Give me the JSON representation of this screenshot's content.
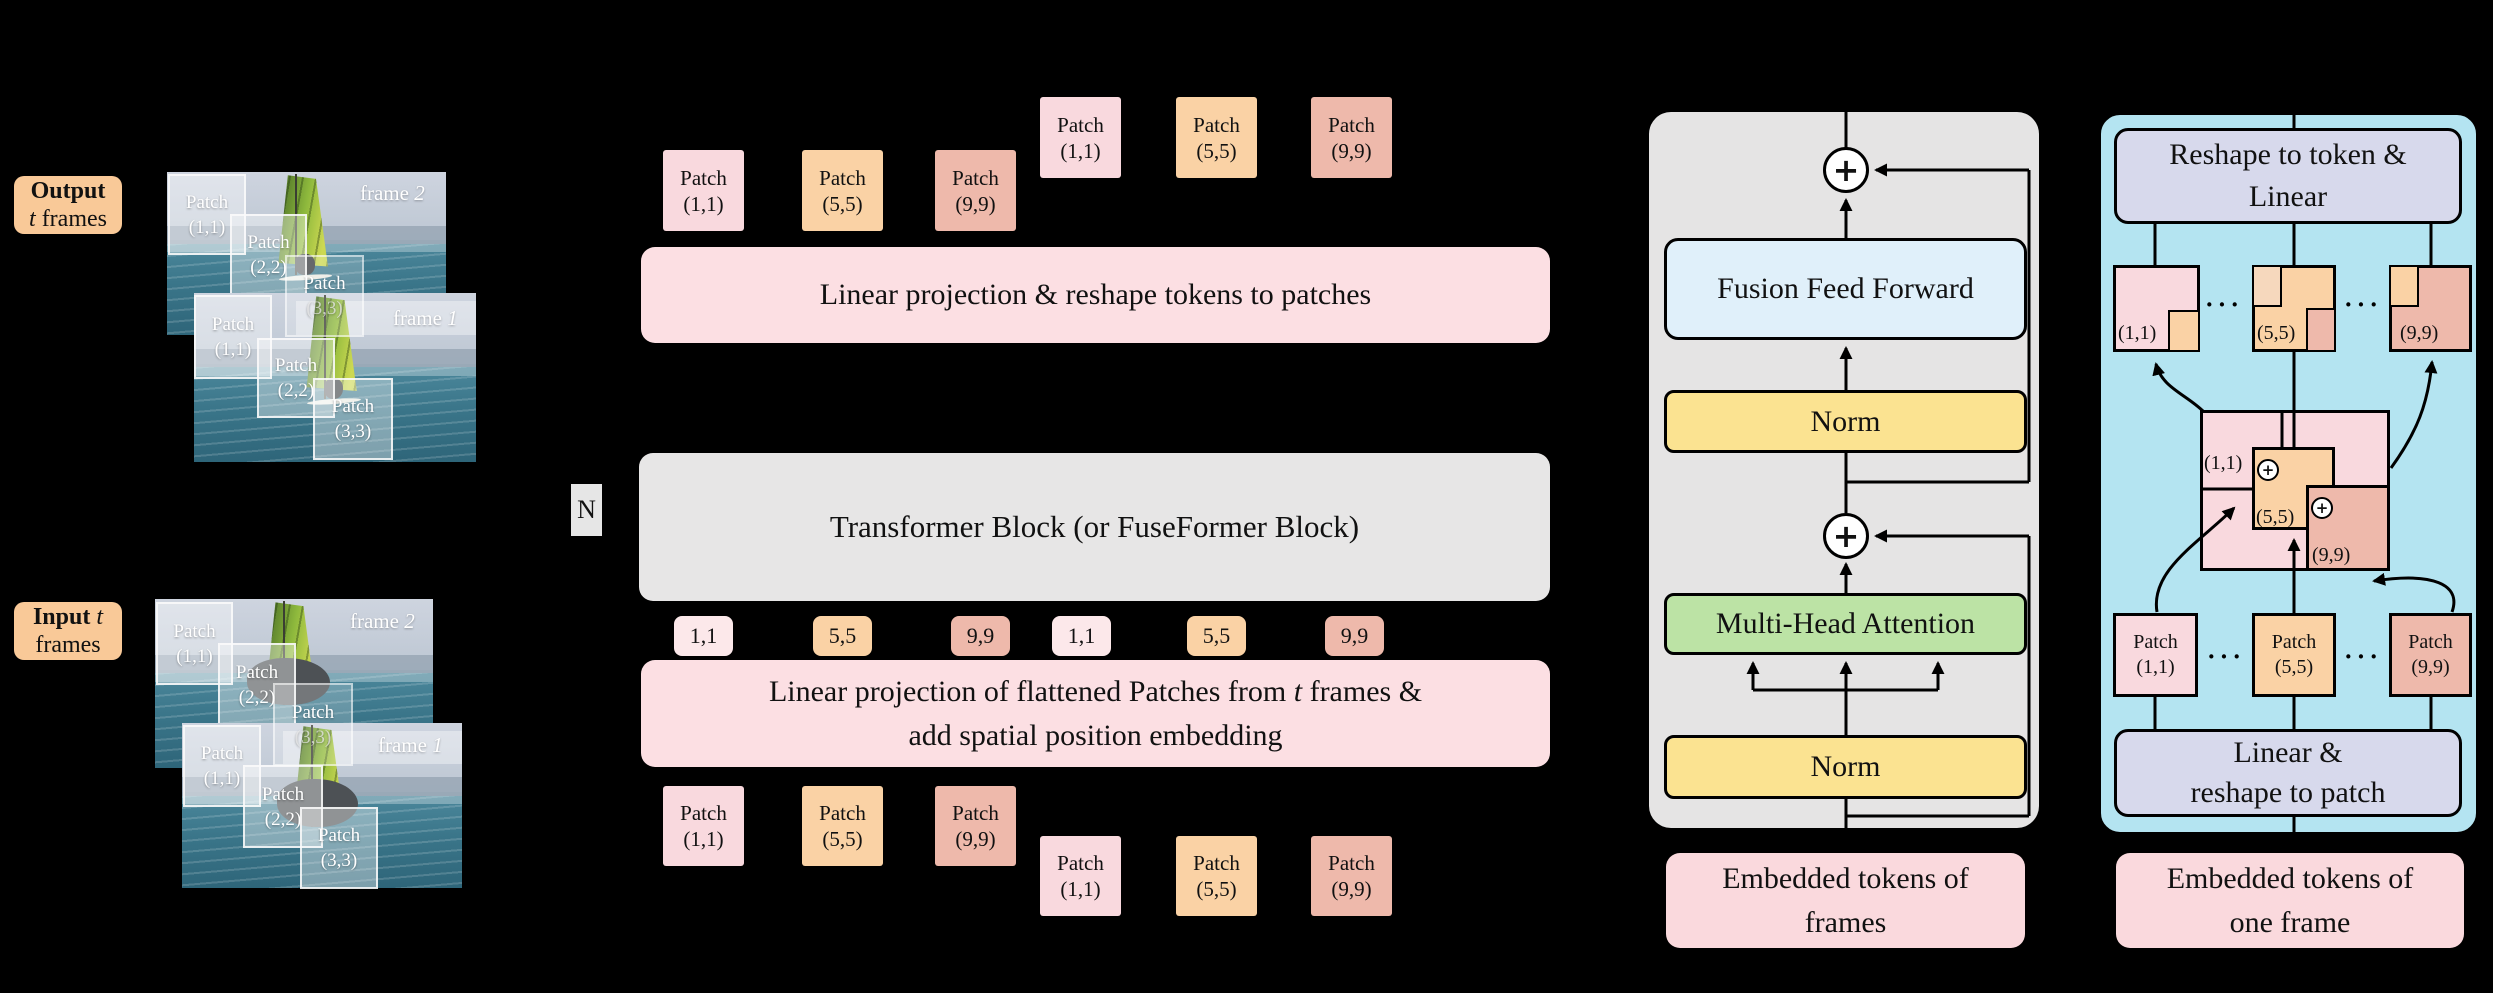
{
  "colors": {
    "background": "#000000",
    "patch_pink": "#f9d9de",
    "patch_orange": "#fad2a5",
    "patch_salmon": "#eeb9ab",
    "box_pink": "#fcdfe3",
    "box_gray": "#e7e6e6",
    "caption_pink": "#fad9dd",
    "io_label_peach": "#f9c998",
    "norm_yellow": "#fbe391",
    "mha_green": "#bce3a5",
    "fff_blue": "#e0f0fa",
    "lavender": "#d7d9ec",
    "panel_blue": "#b4e4f1",
    "sea_teal": "#3a7589",
    "sky_gray": "#c8cfdb",
    "sail_green": "#8db83c"
  },
  "output_label": {
    "line1": "Output",
    "line2_italic": "t",
    "line2_rest": " frames"
  },
  "input_label": {
    "line1_bold": "Input",
    "line1_italic": " t",
    "line2": "frames"
  },
  "frames": {
    "frame2": {
      "word": "frame",
      "num": "2"
    },
    "frame1": {
      "word": "frame",
      "num": "1"
    },
    "patch_labels": [
      {
        "l1": "Patch",
        "l2": "(1,1)"
      },
      {
        "l1": "Patch",
        "l2": "(2,2)"
      },
      {
        "l1": "Patch",
        "l2": "(3,3)"
      }
    ]
  },
  "middle": {
    "n_label": "N",
    "patches_top": [
      {
        "l1": "Patch",
        "l2": "(1,1)"
      },
      {
        "l1": "Patch",
        "l2": "(5,5)"
      },
      {
        "l1": "Patch",
        "l2": "(9,9)"
      },
      {
        "l1": "Patch",
        "l2": "(1,1)"
      },
      {
        "l1": "Patch",
        "l2": "(5,5)"
      },
      {
        "l1": "Patch",
        "l2": "(9,9)"
      }
    ],
    "box_reshape_tokens": "Linear projection & reshape tokens to patches",
    "box_transformer": "Transformer Block (or FuseFormer Block)",
    "tokens": [
      "1,1",
      "5,5",
      "9,9",
      "1,1",
      "5,5",
      "9,9"
    ],
    "box_embed_line1a": "Linear projection of flattened Patches from ",
    "box_embed_line1_italic": "t",
    "box_embed_line1b": " frames &",
    "box_embed_line2": "add spatial position embedding",
    "patches_bottom": [
      {
        "l1": "Patch",
        "l2": "(1,1)"
      },
      {
        "l1": "Patch",
        "l2": "(5,5)"
      },
      {
        "l1": "Patch",
        "l2": "(9,9)"
      },
      {
        "l1": "Patch",
        "l2": "(1,1)"
      },
      {
        "l1": "Patch",
        "l2": "(5,5)"
      },
      {
        "l1": "Patch",
        "l2": "(9,9)"
      }
    ]
  },
  "gray_panel": {
    "plus": "+",
    "fusion_feed_forward": "Fusion Feed Forward",
    "norm_top": "Norm",
    "multi_head_attention": "Multi-Head Attention",
    "norm_bottom": "Norm",
    "caption_line1": "Embedded tokens of",
    "caption_line2": "frames"
  },
  "blue_panel": {
    "reshape_line1": "Reshape to token &",
    "reshape_line2": "Linear",
    "square_labels": [
      "(1,1)",
      "(5,5)",
      "(9,9)"
    ],
    "dots": "···",
    "plus": "+",
    "composite_labels": [
      "(1,1)",
      "(5,5)",
      "(9,9)"
    ],
    "patches": [
      {
        "l1": "Patch",
        "l2": "(1,1)"
      },
      {
        "l1": "Patch",
        "l2": "(5,5)"
      },
      {
        "l1": "Patch",
        "l2": "(9,9)"
      }
    ],
    "linear_line1": "Linear &",
    "linear_line2": "reshape to patch",
    "caption_line1": "Embedded tokens of",
    "caption_line2": "one frame"
  }
}
